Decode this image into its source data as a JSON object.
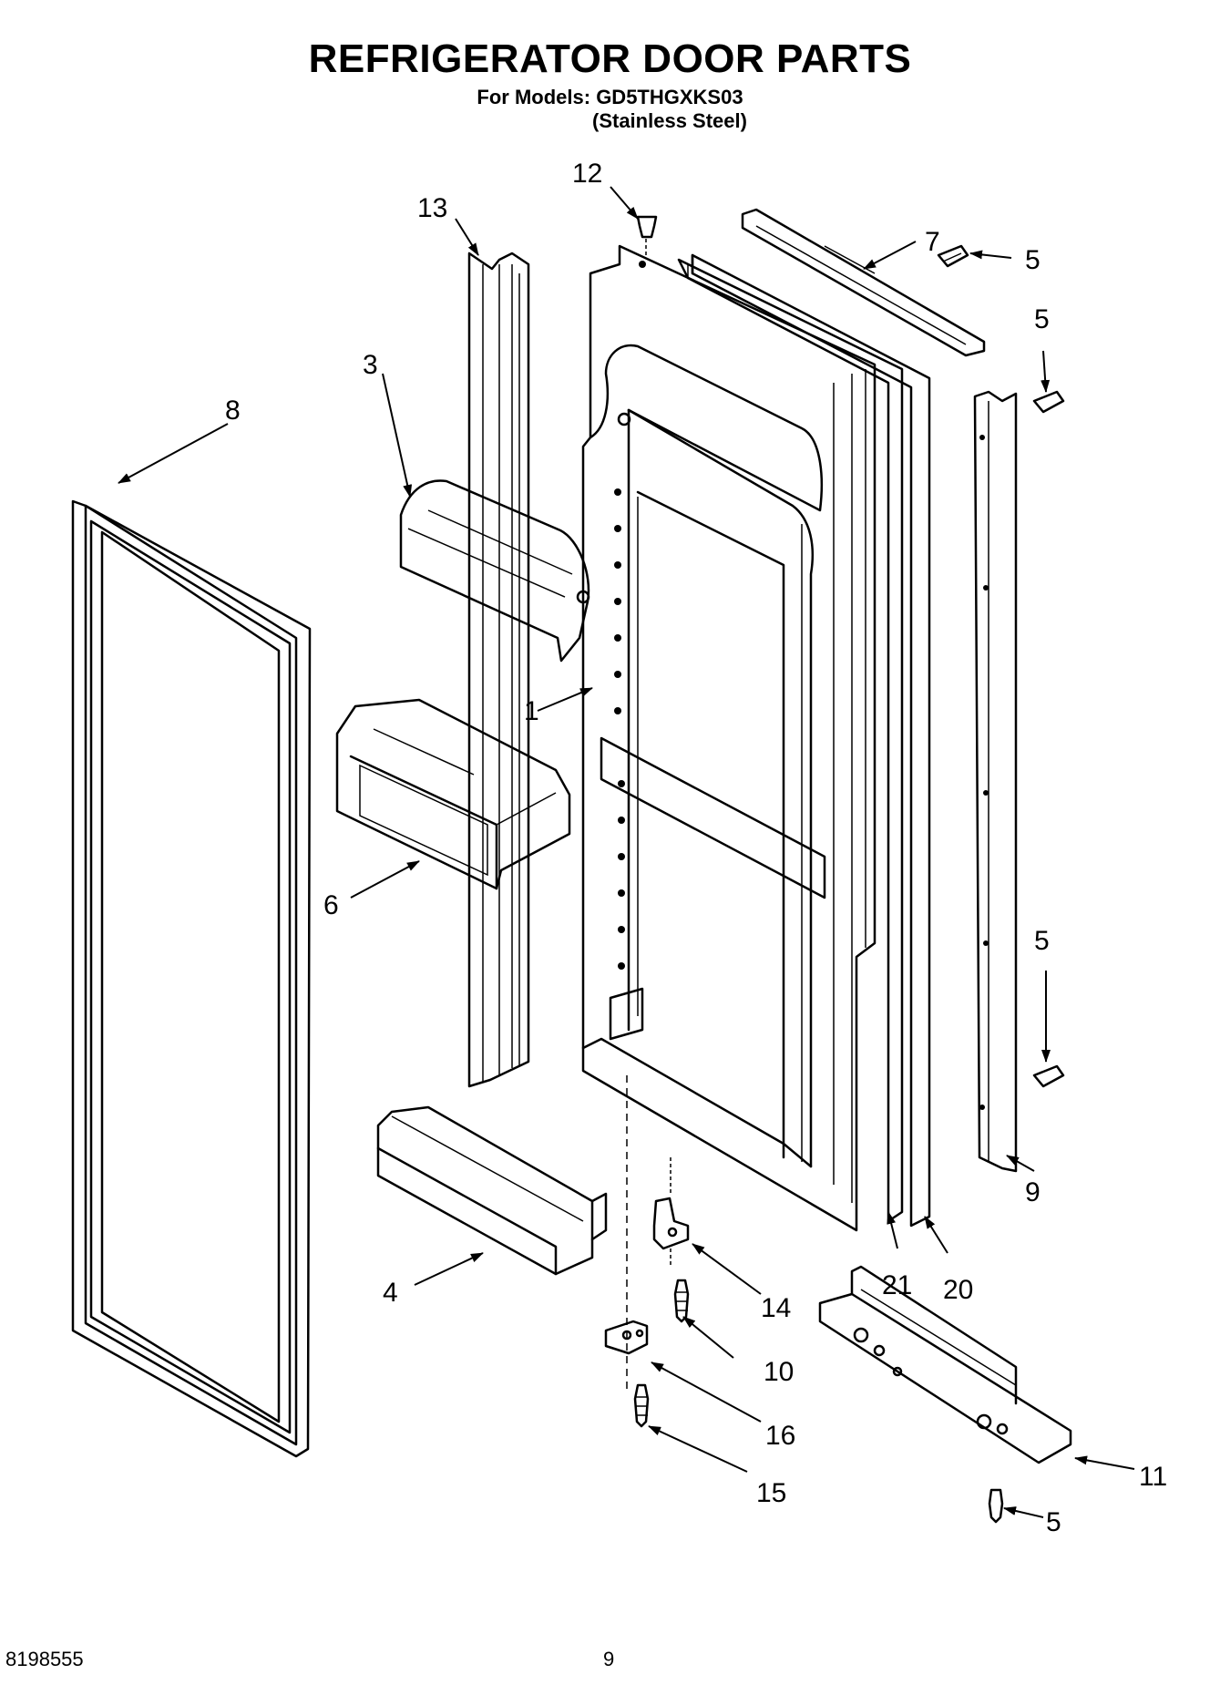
{
  "header": {
    "title": "REFRIGERATOR DOOR PARTS",
    "models_line": "For Models: GD5THGXKS03",
    "finish_line": "(Stainless Steel)"
  },
  "footer": {
    "document_number": "8198555",
    "page_number": "9"
  },
  "callouts": {
    "p1": "1",
    "p3": "3",
    "p4": "4",
    "p5a": "5",
    "p5b": "5",
    "p5c": "5",
    "p5d": "5",
    "p6": "6",
    "p7": "7",
    "p8": "8",
    "p9": "9",
    "p10": "10",
    "p11": "11",
    "p12": "12",
    "p13": "13",
    "p14": "14",
    "p15": "15",
    "p16": "16",
    "p20": "20",
    "p21": "21"
  }
}
